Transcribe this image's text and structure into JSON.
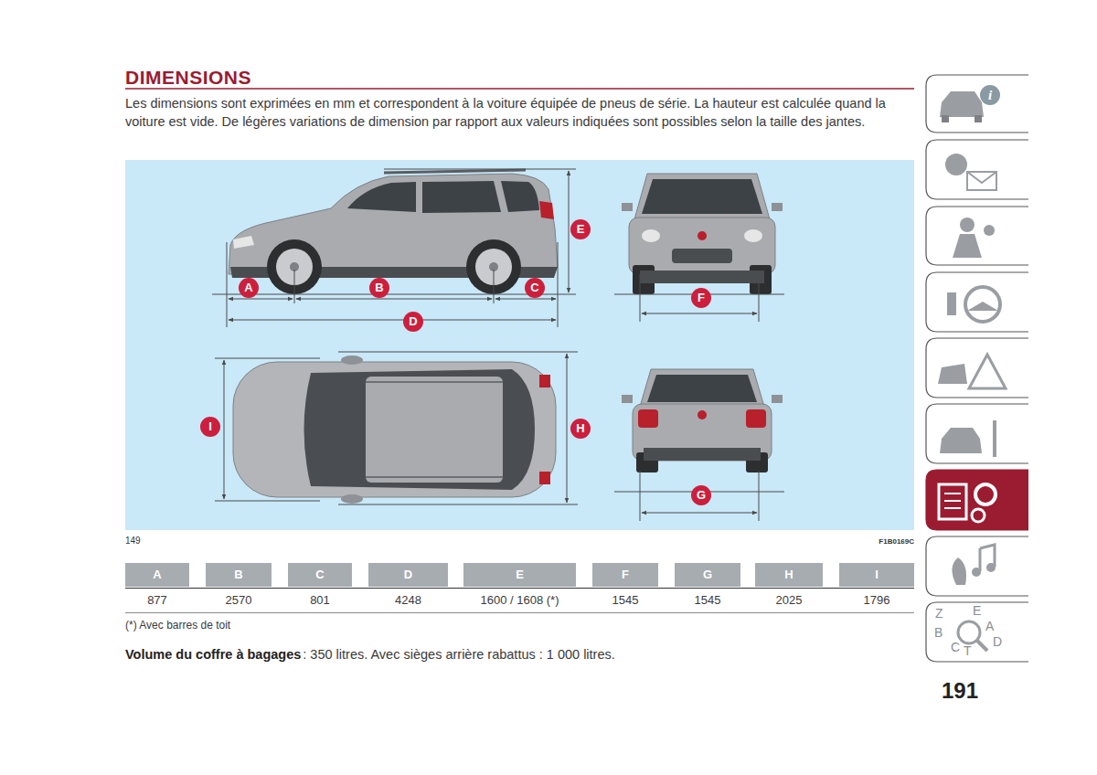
{
  "diagram": {
    "title": "DIMENSIONS",
    "nodes": [
      {
        "text": [
          "A"
        ]
      },
      {
        "text": [
          "B"
        ]
      },
      {
        "text": [
          "C"
        ]
      },
      {
        "text": [
          "D"
        ]
      },
      {
        "text": [
          "E"
        ]
      },
      {
        "text": [
          "F"
        ]
      },
      {
        "text": [
          "G"
        ]
      },
      {
        "text": [
          "H"
        ]
      },
      {
        "text": [
          "I"
        ]
      }
    ],
    "labels": [
      "Les dimensions sont exprimées en mm et correspondent à la voiture équipée de pneus de série. La hauteur est calculée quand la voiture est vide. De légères variations de dimension par rapport aux valeurs indiquées sont possibles selon la taille des jantes.",
      "149",
      "F1B0169C",
      "A",
      "B",
      "C",
      "D",
      "E",
      "F",
      "G",
      "H",
      "I",
      "877",
      "2570",
      "801",
      "4248",
      "1600 / 1608 (*)",
      "1545",
      "1545",
      "2025",
      "1796",
      "(*) Avec barres de toit",
      "Volume du coffre à bagages",
      ": 350 litres. Avec sièges arrière rabattus : 1 000 litres.",
      "191",
      "i",
      "Z",
      "E",
      "A",
      "B",
      "C",
      "T",
      "D"
    ]
  }
}
